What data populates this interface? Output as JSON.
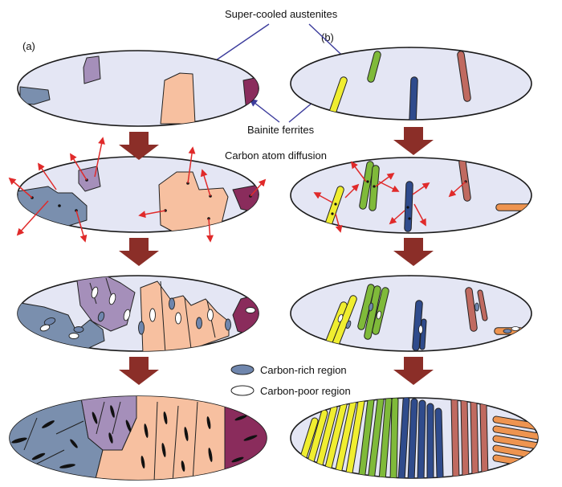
{
  "labels": {
    "panel_a": "(a)",
    "panel_b": "(b)",
    "austenite": "Super-cooled austenites",
    "ferrite": "Bainite ferrites",
    "diffusion": "Carbon atom diffusion"
  },
  "legend": {
    "rich": "Carbon-rich region",
    "poor": "Carbon-poor region"
  },
  "colors": {
    "austenite_matrix": "#e4e6f4",
    "grain_blue": "#7a8fae",
    "grain_lilac": "#a58fba",
    "grain_peach": "#f7c0a0",
    "grain_maroon": "#8a2c5c",
    "lath_yellow": "#f0ee30",
    "lath_green": "#7fba3a",
    "lath_navy": "#2f4b8c",
    "lath_brick": "#c06a60",
    "lath_orange": "#ee9450",
    "transition_arrow": "#8b2e28",
    "diffusion_arrow": "#e02a2a",
    "pointer_arrow": "#3c3c9c",
    "carbon_rich": "#6f86ad",
    "carbon_poor": "#ffffff"
  }
}
